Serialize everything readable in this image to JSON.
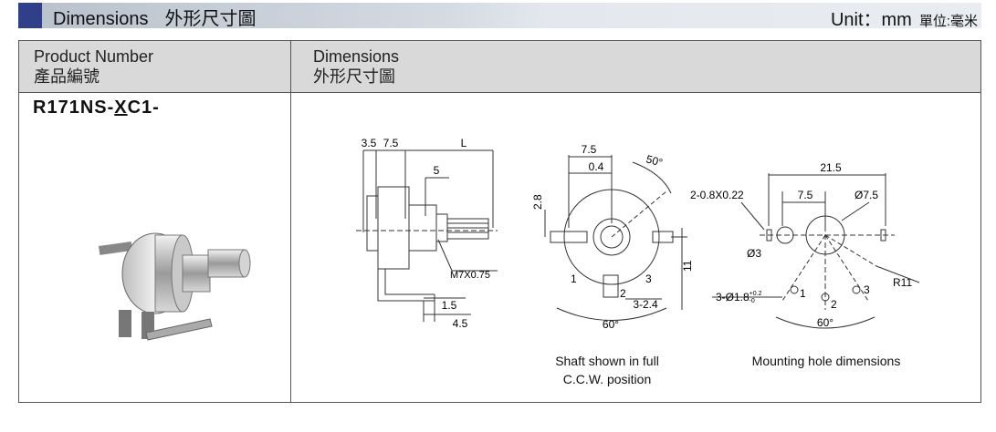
{
  "header": {
    "title_en": "Dimensions",
    "title_zh": "外形尺寸圖",
    "unit": "Unit：mm",
    "unit_zh": "單位:毫米"
  },
  "table": {
    "col1_header_en": "Product Number",
    "col1_header_zh": "產品編號",
    "col2_header_en": "Dimensions",
    "col2_header_zh": "外形尺寸圖",
    "product_number_prefix": "R171NS-",
    "product_number_underlined": "X",
    "product_number_suffix": "C1-"
  },
  "side_view": {
    "dim_a": "3.5",
    "dim_b": "7.5",
    "dim_l": "L",
    "dim_5": "5",
    "thread": "M7X0.75",
    "dim_15": "1.5",
    "dim_45": "4.5"
  },
  "front_view": {
    "dim_75": "7.5",
    "dim_04": "0.4",
    "angle_50": "50°",
    "dim_28": "2.8",
    "dim_11": "11",
    "pin1": "1",
    "pin2": "2",
    "pin3": "3",
    "pin_pitch": "3-2.4",
    "angle_60": "60°",
    "caption_line1": "Shaft shown in full",
    "caption_line2": "C.C.W. position"
  },
  "mounting": {
    "dim_215": "21.5",
    "slots": "2-0.8X0.22",
    "dim_75": "7.5",
    "dia_75": "Ø7.5",
    "dia_3": "Ø3",
    "holes_prefix": "3-Ø1.8",
    "holes_tol_plus": "+0.2",
    "holes_tol_minus": "-0",
    "r11": "R11",
    "pin1": "1",
    "pin2": "2",
    "pin3": "3",
    "angle_60": "60°",
    "caption": "Mounting hole dimensions"
  }
}
